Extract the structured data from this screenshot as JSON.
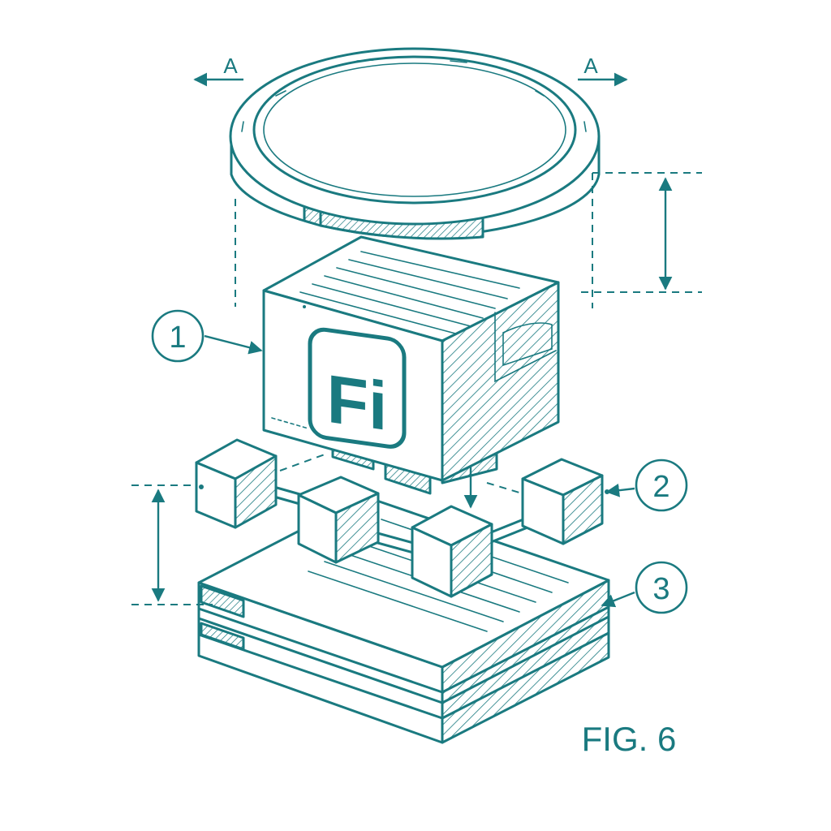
{
  "diagram": {
    "section_mark_left": "A",
    "section_mark_right": "A",
    "logo_text": "Fi",
    "callouts": [
      {
        "number": "1"
      },
      {
        "number": "2"
      },
      {
        "number": "3"
      }
    ],
    "figure_label": "FIG. 6",
    "ink_color": "#1a7a80"
  }
}
